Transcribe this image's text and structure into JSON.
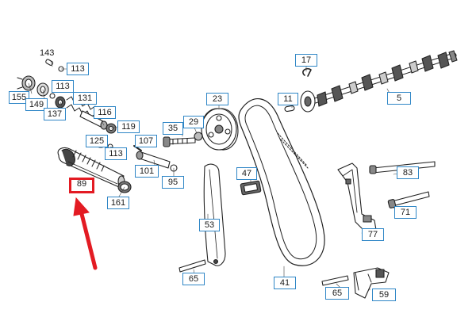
{
  "diagram": {
    "labels": {
      "p143": "143",
      "p113a": "113",
      "p155": "155",
      "p113b": "113",
      "p149": "149",
      "p131": "131",
      "p137": "137",
      "p116": "116",
      "p119": "119",
      "p125": "125",
      "p113c": "113",
      "p107": "107",
      "p101": "101",
      "p95": "95",
      "p161": "161",
      "p35": "35",
      "p29": "29",
      "p23": "23",
      "p17": "17",
      "p11": "11",
      "p5": "5",
      "p47": "47",
      "p53": "53",
      "p65a": "65",
      "p41": "41",
      "p65b": "65",
      "p59": "59",
      "p83": "83",
      "p71": "71",
      "p77": "77"
    },
    "highlighted_label": "89",
    "colors": {
      "callout_border": "#2f86c6",
      "highlight": "#e31b23",
      "line_art": "#222222"
    }
  }
}
